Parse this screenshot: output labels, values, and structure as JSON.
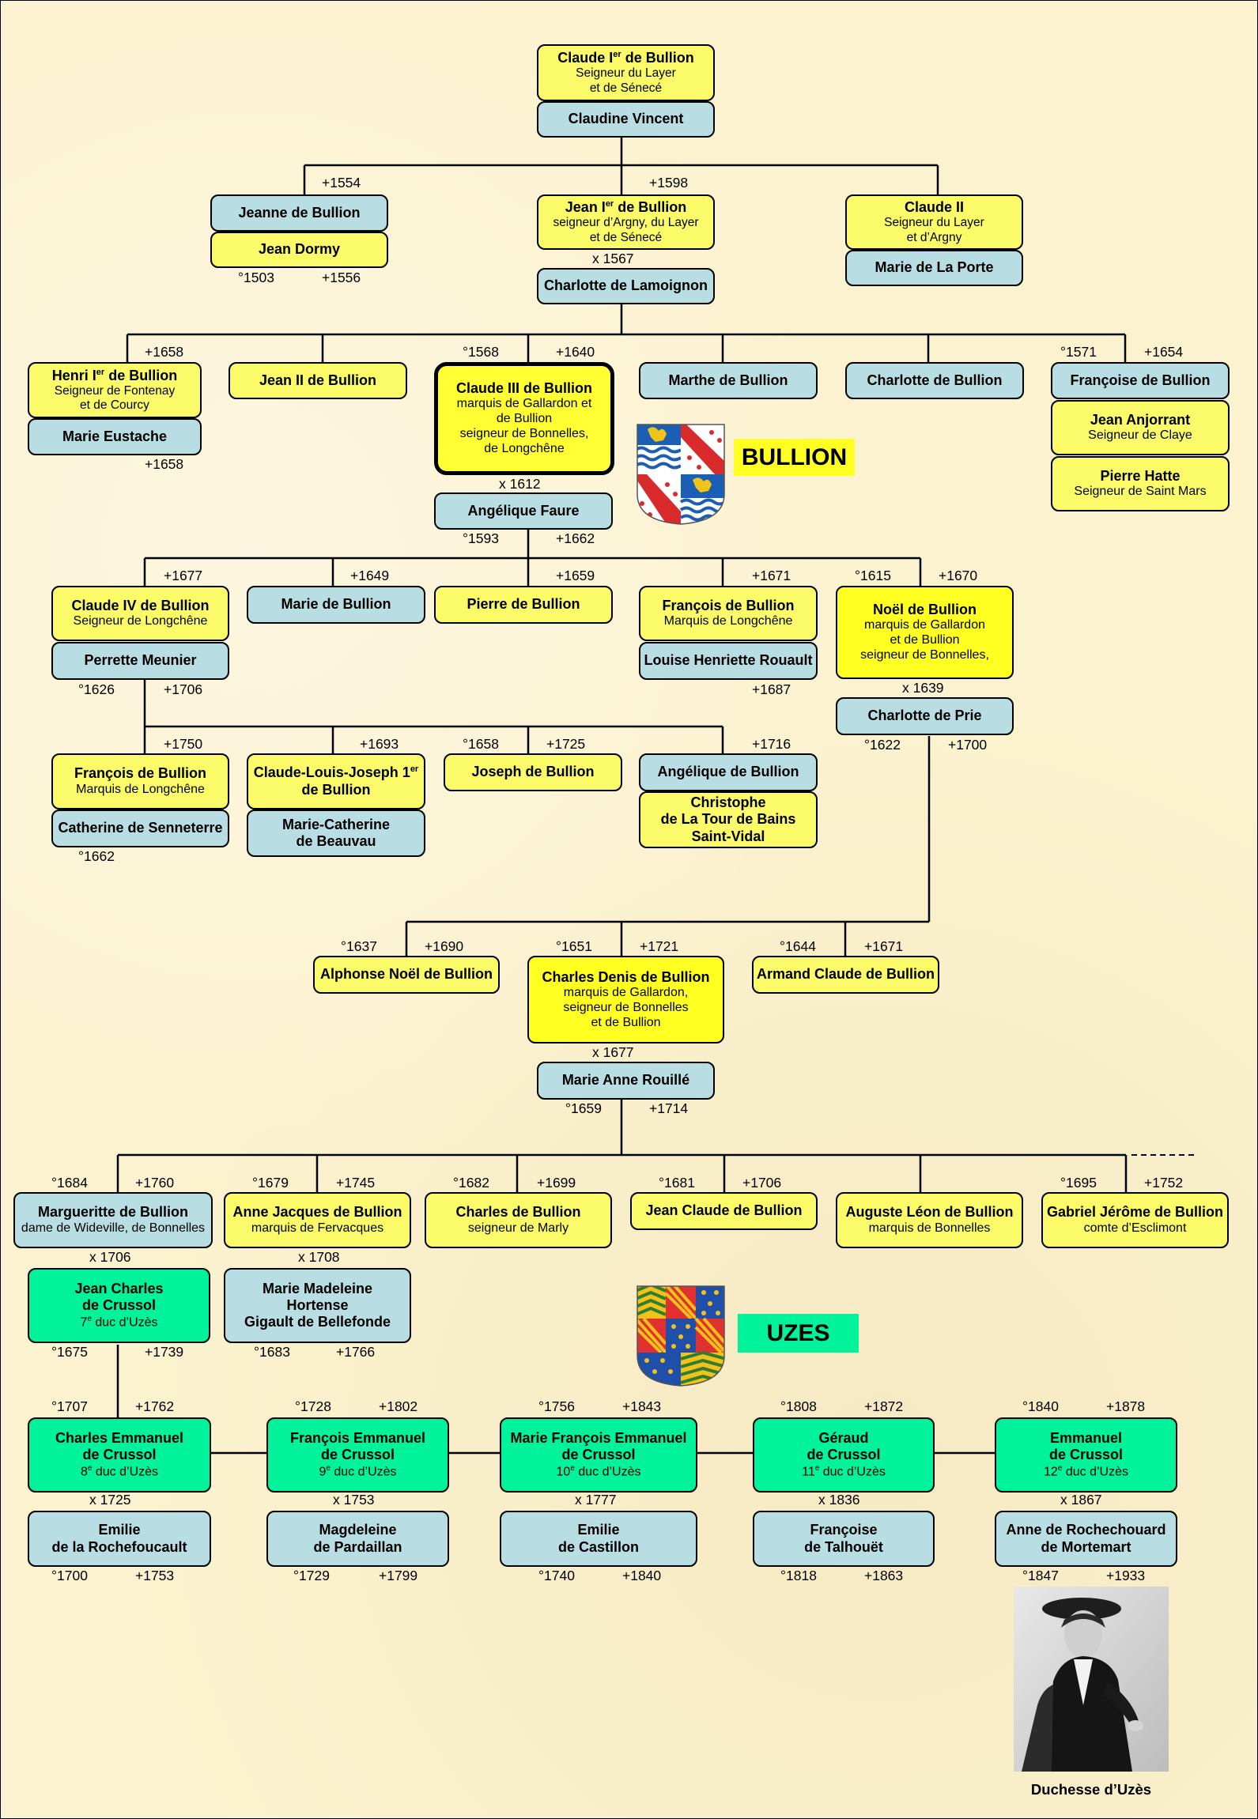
{
  "family_title": "BULLION",
  "family2_title": "UZES",
  "photo_caption": "Duchesse d’Uzès",
  "p": {
    "claude1": {
      "name": "Claude Ier de Bullion",
      "name_a": "Claude I",
      "name_sup": "er",
      "name_b": " de Bullion",
      "t1": "Seigneur du Layer",
      "t2": "et de Sénecé"
    },
    "claudine": {
      "name": "Claudine Vincent"
    },
    "jeanne": {
      "name": "Jeanne de Bullion"
    },
    "jdormy": {
      "name": "Jean Dormy"
    },
    "jean1": {
      "name_a": "Jean I",
      "name_sup": "er",
      "name_b": " de Bullion",
      "t1": "seigneur d’Argny, du Layer",
      "t2": "et de Sénecé"
    },
    "charlotte_lam": {
      "name": "Charlotte de Lamoignon"
    },
    "claude2": {
      "name": "Claude II",
      "t1": "Seigneur du Layer",
      "t2": "et d’Argny"
    },
    "marie_porte": {
      "name": "Marie de La Porte"
    },
    "henri1": {
      "name_a": "Henri I",
      "name_sup": "er",
      "name_b": " de Bullion",
      "t1": "Seigneur de Fontenay",
      "t2": "et de Courcy"
    },
    "marie_eust": {
      "name": "Marie Eustache"
    },
    "jean2": {
      "name": "Jean II de Bullion"
    },
    "claude3": {
      "name": "Claude III de Bullion",
      "t1": "marquis de Gallardon et",
      "t2": "de Bullion",
      "t3": "seigneur de Bonnelles,",
      "t4": "de Longchêne"
    },
    "angelique_faure": {
      "name": "Angélique Faure"
    },
    "marthe": {
      "name": "Marthe de Bullion"
    },
    "charlotte_b": {
      "name": "Charlotte de Bullion"
    },
    "francoise": {
      "name": "Françoise de Bullion"
    },
    "anjorrant": {
      "name": "Jean Anjorrant",
      "t1": "Seigneur de Claye"
    },
    "hatte": {
      "name": "Pierre Hatte",
      "t1": "Seigneur de Saint Mars"
    },
    "claude4": {
      "name": "Claude IV de Bullion",
      "t1": "Seigneur de Longchêne"
    },
    "perrette": {
      "name": "Perrette Meunier"
    },
    "marie_b": {
      "name": "Marie de Bullion"
    },
    "pierre_b": {
      "name": "Pierre de Bullion"
    },
    "francois1": {
      "name": "François de Bullion",
      "t1": "Marquis de Longchêne"
    },
    "louise": {
      "name": "Louise Henriette Rouault"
    },
    "noel": {
      "name": "Noël de Bullion",
      "t1": "marquis de Gallardon",
      "t2": "et de Bullion",
      "t3": "seigneur de Bonnelles,"
    },
    "charlotte_prie": {
      "name": "Charlotte de Prie"
    },
    "francois2": {
      "name": "François de Bullion",
      "t1": "Marquis de Longchêne"
    },
    "catherine": {
      "name": "Catherine de Senneterre"
    },
    "cljoseph": {
      "name_a": "Claude-Louis-Joseph 1",
      "name_sup": "er",
      "name_b": "de Bullion"
    },
    "mcatherine": {
      "n1": "Marie-Catherine",
      "n2": "de Beauvau"
    },
    "joseph": {
      "name": "Joseph de Bullion"
    },
    "angelique_b": {
      "name": "Angélique de Bullion"
    },
    "christophe": {
      "n1": "Christophe",
      "n2": "de La Tour de Bains",
      "n3": "Saint-Vidal"
    },
    "alphonse": {
      "name": "Alphonse Noël de Bullion"
    },
    "charles_denis": {
      "name": "Charles Denis de Bullion",
      "t1": "marquis de Gallardon,",
      "t2": "seigneur de Bonnelles",
      "t3": "et de Bullion"
    },
    "armand": {
      "name": "Armand Claude de Bullion"
    },
    "marie_anne": {
      "name": "Marie Anne Rouillé"
    },
    "marguerite": {
      "name": "Margueritte de Bullion",
      "t1": "dame de Wideville, de Bonnelles"
    },
    "anne_jacques": {
      "name": "Anne Jacques de Bullion",
      "t1": "marquis de Fervacques"
    },
    "charles_b": {
      "name": "Charles de Bullion",
      "t1": "seigneur de Marly"
    },
    "jean_claude": {
      "name": "Jean Claude de Bullion"
    },
    "auguste": {
      "name": "Auguste Léon de Bullion",
      "t1": "marquis de Bonnelles"
    },
    "gabriel": {
      "name": "Gabriel Jérôme de Bullion",
      "t1": "comte d’Esclimont"
    },
    "jean_charles": {
      "n1": "Jean Charles",
      "n2": "de Crussol",
      "t1_a": "7",
      "t1_sup": "e",
      "t1_b": " duc d’Uzès"
    },
    "marie_madeleine": {
      "n1": "Marie Madeleine",
      "n2": "Hortense",
      "n3": "Gigault de Bellefonde"
    },
    "charles_emm": {
      "n1": "Charles Emmanuel",
      "n2": "de Crussol",
      "t1_a": "8",
      "t1_sup": "e",
      "t1_b": " duc d’Uzès"
    },
    "francois_emm": {
      "n1": "François Emmanuel",
      "n2": "de Crussol",
      "t1_a": "9",
      "t1_sup": "e",
      "t1_b": " duc d’Uzès"
    },
    "marie_francois": {
      "n1": "Marie François Emmanuel",
      "n2": "de Crussol",
      "t1_a": "10",
      "t1_sup": "e",
      "t1_b": " duc d’Uzès"
    },
    "geraud": {
      "n1": "Géraud",
      "n2": "de Crussol",
      "t1_a": "11",
      "t1_sup": "e",
      "t1_b": " duc d’Uzès"
    },
    "emmanuel": {
      "n1": "Emmanuel",
      "n2": "de Crussol",
      "t1_a": "12",
      "t1_sup": "e",
      "t1_b": " duc d’Uzès"
    },
    "emilie_r": {
      "n1": "Emilie",
      "n2": "de la Rochefoucault"
    },
    "magdeleine": {
      "n1": "Magdeleine",
      "n2": "de Pardaillan"
    },
    "emilie_c": {
      "n1": "Emilie",
      "n2": "de Castillon"
    },
    "francoise_t": {
      "n1": "Françoise",
      "n2": "de Talhouët"
    },
    "anne_r": {
      "n1": "Anne de Rochechouard",
      "n2": "de Mortemart"
    }
  },
  "dates": {
    "d1554": "+1554",
    "d1598": "+1598",
    "d1567": "x 1567",
    "d1503": "°1503",
    "d1556": "+1556",
    "d1658a": "+1658",
    "d1658b": "+1658",
    "d1568": "°1568",
    "d1640": "+1640",
    "d1571": "°1571",
    "d1654": "+1654",
    "x1612": "x 1612",
    "d1593": "°1593",
    "d1662": "+1662",
    "d1677": "+1677",
    "d1649": "+1649",
    "d1659": "+1659",
    "d1671": "+1671",
    "d1615": "°1615",
    "d1670": "+1670",
    "d1626": "°1626",
    "d1706a": "+1706",
    "d1687": "+1687",
    "x1639": "x 1639",
    "d1622": "°1622",
    "d1700": "+1700",
    "d1750": "+1750",
    "d1693": "+1693",
    "d1658c": "°1658",
    "d1725": "+1725",
    "d1716": "+1716",
    "d1662c": "°1662",
    "d1637": "°1637",
    "d1690": "+1690",
    "d1651": "°1651",
    "d1721": "+1721",
    "d1644": "°1644",
    "d1671b": "+1671",
    "x1677": "x 1677",
    "d1659b": "°1659",
    "d1714": "+1714",
    "d1684": "°1684",
    "d1760": "+1760",
    "d1679": "°1679",
    "d1745": "+1745",
    "d1682": "°1682",
    "d1699": "+1699",
    "d1681": "°1681",
    "d1706b": "+1706",
    "d1695": "°1695",
    "d1752": "+1752",
    "x1706": "x 1706",
    "x1708": "x 1708",
    "d1675": "°1675",
    "d1739": "+1739",
    "d1683": "°1683",
    "d1766": "+1766",
    "d1707": "°1707",
    "d1762": "+1762",
    "d1728": "°1728",
    "d1802": "+1802",
    "d1756": "°1756",
    "d1843": "+1843",
    "d1808": "°1808",
    "d1872": "+1872",
    "d1840": "°1840",
    "d1878": "+1878",
    "x1725": "x 1725",
    "x1753": "x 1753",
    "x1777": "x 1777",
    "x1836": "x 1836",
    "x1867": "x 1867",
    "d1700b": "°1700",
    "d1753": "+1753",
    "d1729": "°1729",
    "d1799": "+1799",
    "d1740": "°1740",
    "d1840b": "+1840",
    "d1818": "°1818",
    "d1863": "+1863",
    "d1847": "°1847",
    "d1933": "+1933"
  },
  "colors": {
    "yellow": "#fbfb6a",
    "blue": "#b8dde3",
    "green": "#00f39a",
    "background": "#fbf2cf"
  }
}
